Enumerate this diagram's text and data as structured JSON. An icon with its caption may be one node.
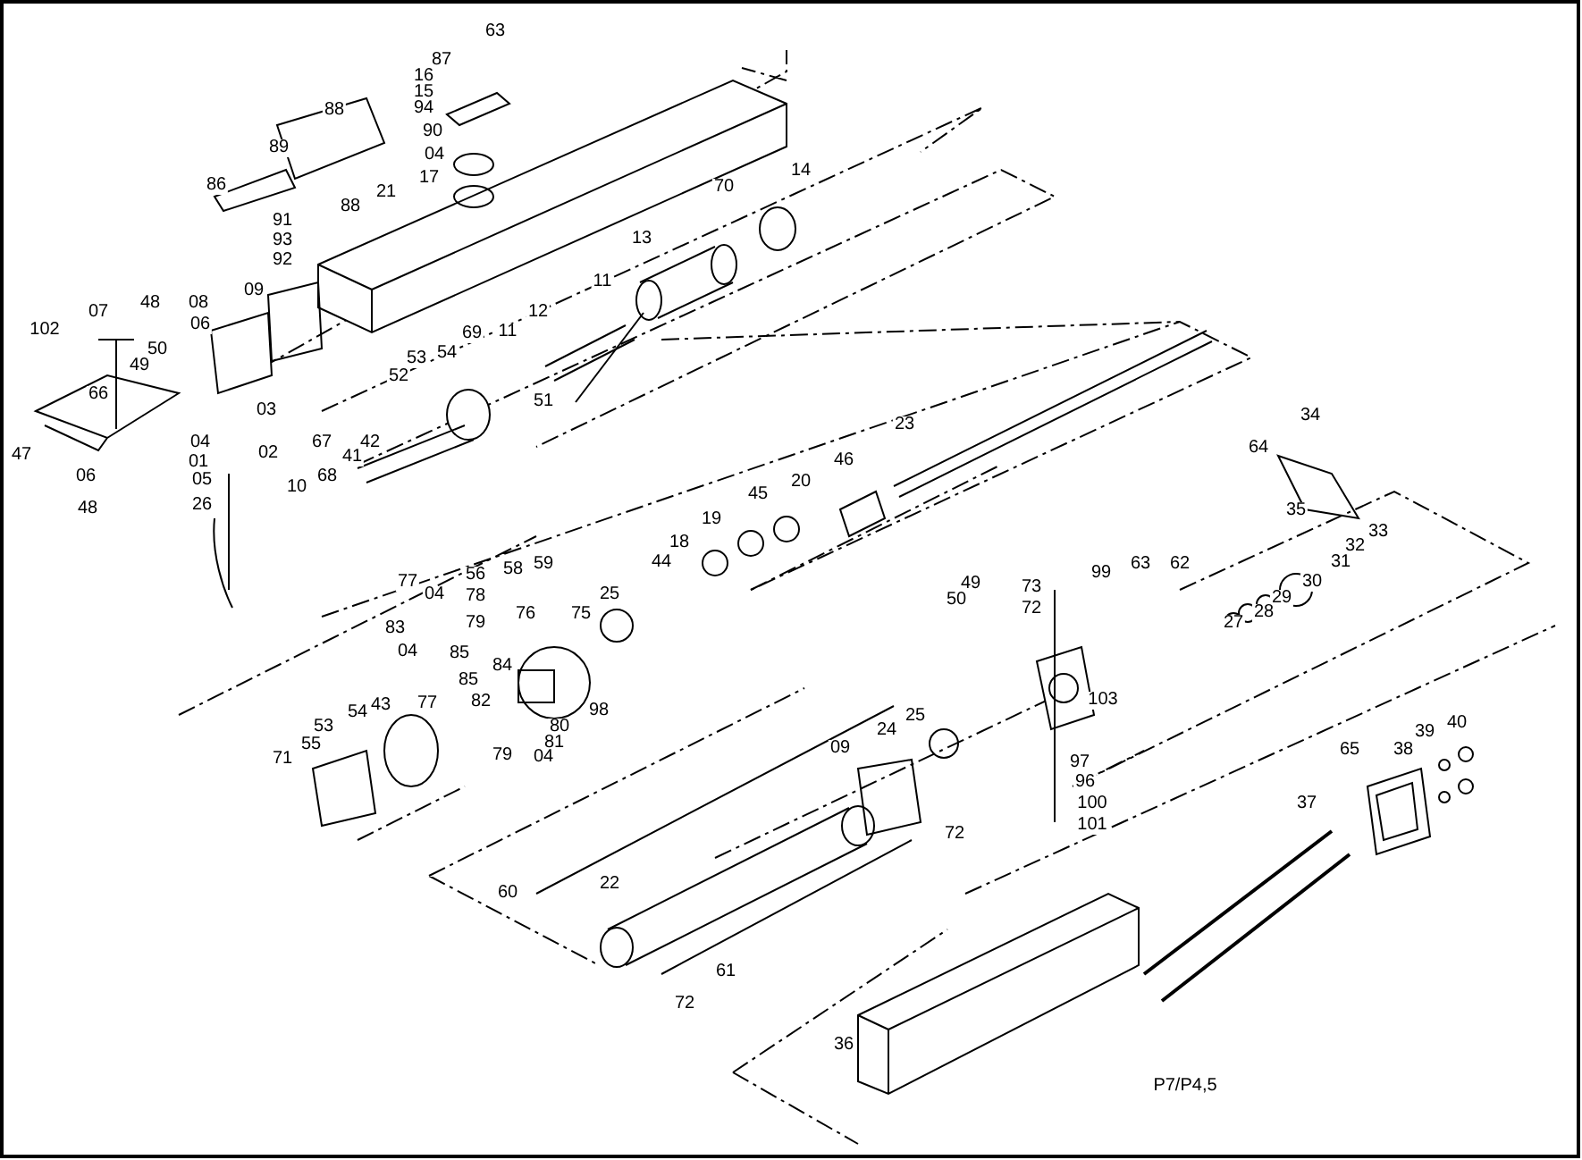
{
  "diagram": {
    "labels": [
      "63",
      "87",
      "16",
      "15",
      "94",
      "90",
      "88",
      "04",
      "89",
      "17",
      "86",
      "21",
      "14",
      "70",
      "88",
      "91",
      "93",
      "92",
      "13",
      "11",
      "09",
      "07",
      "48",
      "08",
      "12",
      "06",
      "102",
      "11",
      "69",
      "50",
      "53",
      "54",
      "49",
      "52",
      "51",
      "64",
      "34",
      "66",
      "03",
      "47",
      "04",
      "42",
      "67",
      "23",
      "01",
      "02",
      "41",
      "05",
      "68",
      "06",
      "10",
      "46",
      "20",
      "45",
      "26",
      "48",
      "35",
      "33",
      "19",
      "32",
      "18",
      "44",
      "31",
      "56",
      "58",
      "59",
      "99",
      "63",
      "62",
      "77",
      "04",
      "49",
      "73",
      "25",
      "78",
      "30",
      "29",
      "50",
      "76",
      "75",
      "72",
      "28",
      "27",
      "83",
      "79",
      "04",
      "85",
      "84",
      "85",
      "103",
      "82",
      "98",
      "43",
      "54",
      "53",
      "77",
      "80",
      "39",
      "40",
      "55",
      "38",
      "65",
      "25",
      "81",
      "24",
      "71",
      "79",
      "04",
      "09",
      "97",
      "96",
      "100",
      "37",
      "101",
      "72",
      "60",
      "22",
      "61",
      "72",
      "36",
      "P7/P4,5"
    ]
  }
}
